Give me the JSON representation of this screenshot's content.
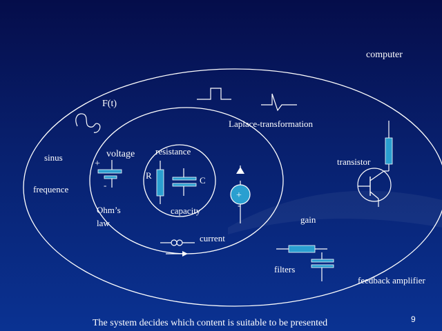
{
  "labels": {
    "computer": "computer",
    "ft": "F(t)",
    "laplace": "Laplace-transformation",
    "sinus": "sinus",
    "voltage": "voltage",
    "resistance": "resistance",
    "transistor": "transistor",
    "r": "R",
    "c": "C",
    "frequence": "frequence",
    "plus_voltage": "+",
    "minus_voltage": "-",
    "plus_source": "+",
    "minus_source": "-",
    "ohms_law": "Ohm’s law",
    "capacity": "capacity",
    "gain": "gain",
    "current": "current",
    "filters": "filters",
    "feedback_amplifier": "feedback amplifier"
  },
  "footer": {
    "caption": "The system decides which content is suitable to be presented",
    "page_number": "9"
  },
  "colors": {
    "component_fill": "#2a9fd0",
    "line": "#ffffff",
    "background_top": "#050d4a",
    "background_bottom": "#0a3292"
  }
}
